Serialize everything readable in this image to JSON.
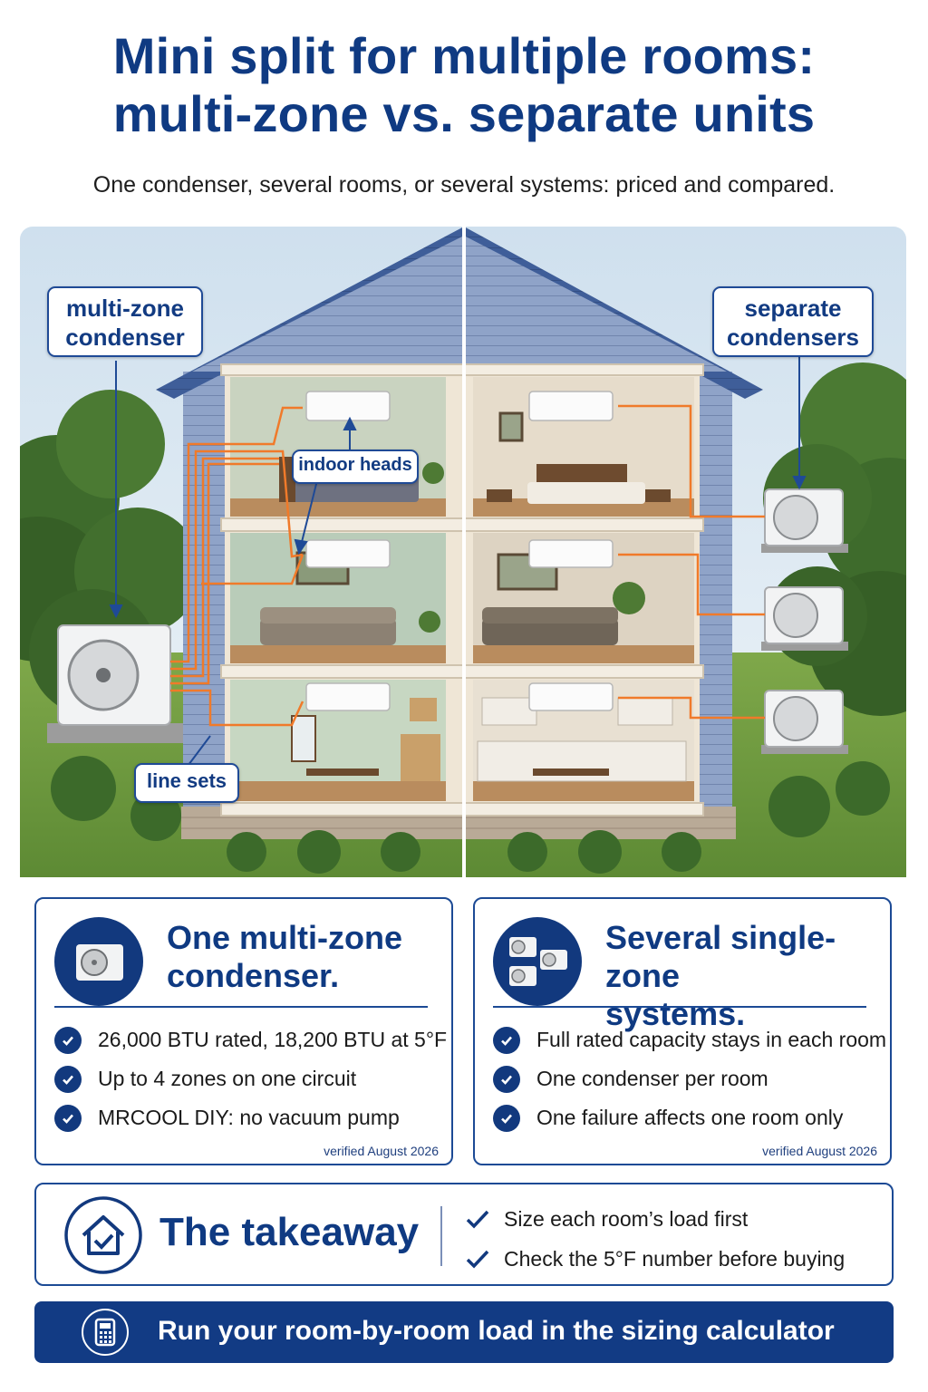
{
  "header": {
    "title_line1": "Mini split for multiple rooms:",
    "title_line2": "multi-zone vs. separate units",
    "subtitle": "One condenser, several rooms, or several systems: priced and compared."
  },
  "illustration": {
    "callouts": {
      "multi_zone_line1": "multi-zone",
      "multi_zone_line2": "condenser",
      "separate_line1": "separate",
      "separate_line2": "condensers",
      "indoor_heads": "indoor heads",
      "line_sets": "line sets"
    }
  },
  "cards": {
    "multi_zone": {
      "title_line1": "One multi-zone",
      "title_line2": "condenser.",
      "items": [
        "26,000 BTU rated, 18,200 BTU at 5°F",
        "Up to 4 zones on one circuit",
        "MRCOOL DIY: no vacuum pump"
      ],
      "verified": "verified August 2026"
    },
    "single_zone": {
      "title_line1": "Several single-zone",
      "title_line2": "systems.",
      "items": [
        "Full rated capacity stays in each room",
        "One condenser per room",
        "One failure affects one room only"
      ],
      "verified": "verified August 2026"
    }
  },
  "takeaway": {
    "title": "The takeaway",
    "items": [
      "Size each room’s load first",
      "Check the 5°F number before buying"
    ]
  },
  "cta": {
    "label": "Run your room-by-room load in the sizing calculator"
  },
  "colors": {
    "brand_navy": "#0f3a82",
    "accent_orange": "#f07a2a",
    "siding_blue": "#8fa3c8"
  }
}
